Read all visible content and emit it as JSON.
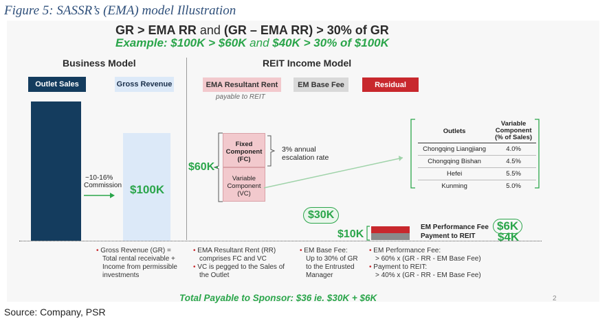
{
  "figure_title": "Figure 5: SASSR’s (EMA) model Illustration",
  "headline": {
    "line1_a": "GR > EMA RR",
    "line1_b": "and",
    "line1_c": "(GR – EMA RR) > 30% of GR",
    "line2_a": "Example: $100K > $60K",
    "line2_b": "and",
    "line2_c": "$40K > 30% of $100K"
  },
  "business_model": {
    "title": "Business Model",
    "outlet_sales": "Outlet Sales",
    "gross_revenue": "Gross Revenue",
    "commission": "~10-16%",
    "commission_label": "Commission",
    "gr_value": "$100K"
  },
  "reit_model": {
    "title": "REIT Income Model",
    "ema_rr": "EMA Resultant Rent",
    "payable": "payable to REIT",
    "em_base_fee": "EM Base Fee",
    "residual": "Residual",
    "fixed": "Fixed Component (FC)",
    "fixed_l1": "Fixed",
    "fixed_l2": "Component",
    "fixed_l3": "(FC)",
    "variable_l1": "Variable",
    "variable_l2": "Component",
    "variable_l3": "(VC)",
    "escalation_l1": "3% annual",
    "escalation_l2": "escalation rate",
    "rr_value": "$60K-",
    "base_fee_value": "$30K",
    "ten_k": "$10K",
    "em_perf_fee": "EM Performance Fee",
    "payment_to_reit": "Payment to REIT",
    "six_k": "$6K",
    "four_k": "$4K"
  },
  "outlets_table": {
    "col1": "Outlets",
    "col2_l1": "Variable",
    "col2_l2": "Component",
    "col2_l3": "(% of Sales)",
    "rows": [
      {
        "outlet": "Chongqing Liangjiang",
        "pct": "4.0%"
      },
      {
        "outlet": "Chongqing Bishan",
        "pct": "4.5%"
      },
      {
        "outlet": "Hefei",
        "pct": "5.5%"
      },
      {
        "outlet": "Kunming",
        "pct": "5.0%"
      }
    ]
  },
  "bullets": {
    "b1": [
      "Gross Revenue (GR) =",
      "Total rental receivable +",
      "Income from permissible",
      "investments"
    ],
    "b2": [
      "EMA Resultant Rent (RR)",
      "comprises FC and VC",
      "VC is pegged to the Sales of",
      "the Outlet"
    ],
    "b3": [
      "EM Base Fee:",
      "Up to 30% of GR",
      "to the Entrusted",
      "Manager"
    ],
    "b4": [
      "EM Performance Fee:",
      "> 60% x (GR - RR - EM Base Fee)",
      "Payment to REIT:",
      "> 40% x (GR - RR - EM Base Fee)"
    ]
  },
  "total": "Total Payable to Sponsor: $36 ie. $30K + $6K",
  "page_number": "2",
  "source": "Source: Company, PSR",
  "colors": {
    "navy": "#143c5e",
    "light_blue": "#dce9f8",
    "pink": "#f2c9cd",
    "red": "#c8282d",
    "grey": "#d9d9d9",
    "green": "#2aa54a"
  }
}
